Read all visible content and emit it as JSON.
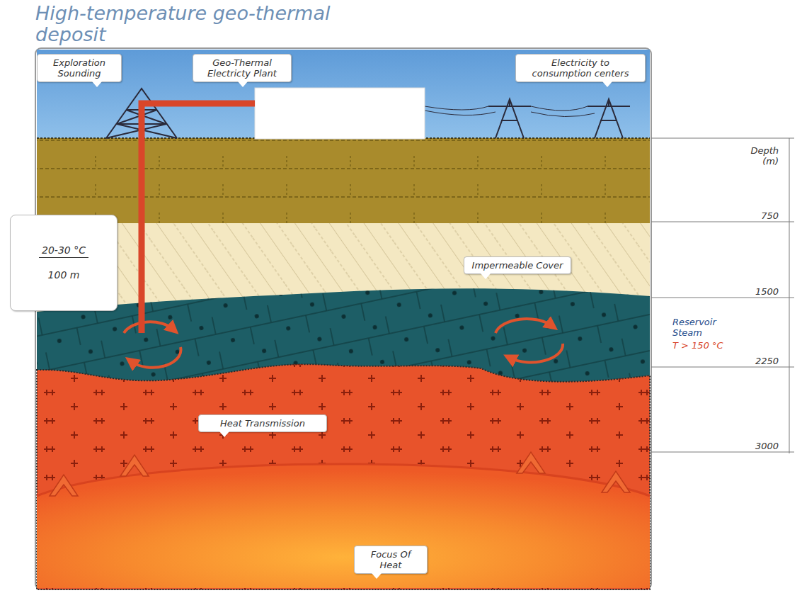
{
  "diagram": {
    "title": "High-temperature geo-thermal deposit",
    "nodes": [
      {
        "text": [
          "Exploration Sounding"
        ]
      },
      {
        "text": [
          "Geo-Thermal Electricty Plant"
        ]
      },
      {
        "text": [
          "Electricity to consumption centers"
        ]
      },
      {
        "text": [
          "20-30 °C",
          "100 m"
        ]
      },
      {
        "text": [
          "Impermeable Cover"
        ]
      },
      {
        "text": [
          "Heat Transmission"
        ]
      },
      {
        "text": [
          "Focus Of Heat"
        ]
      }
    ],
    "labels": [
      "Depth (m)",
      "750",
      "1500",
      "2250",
      "3000",
      "Reservoir Steam",
      "T > 150 °C"
    ]
  }
}
